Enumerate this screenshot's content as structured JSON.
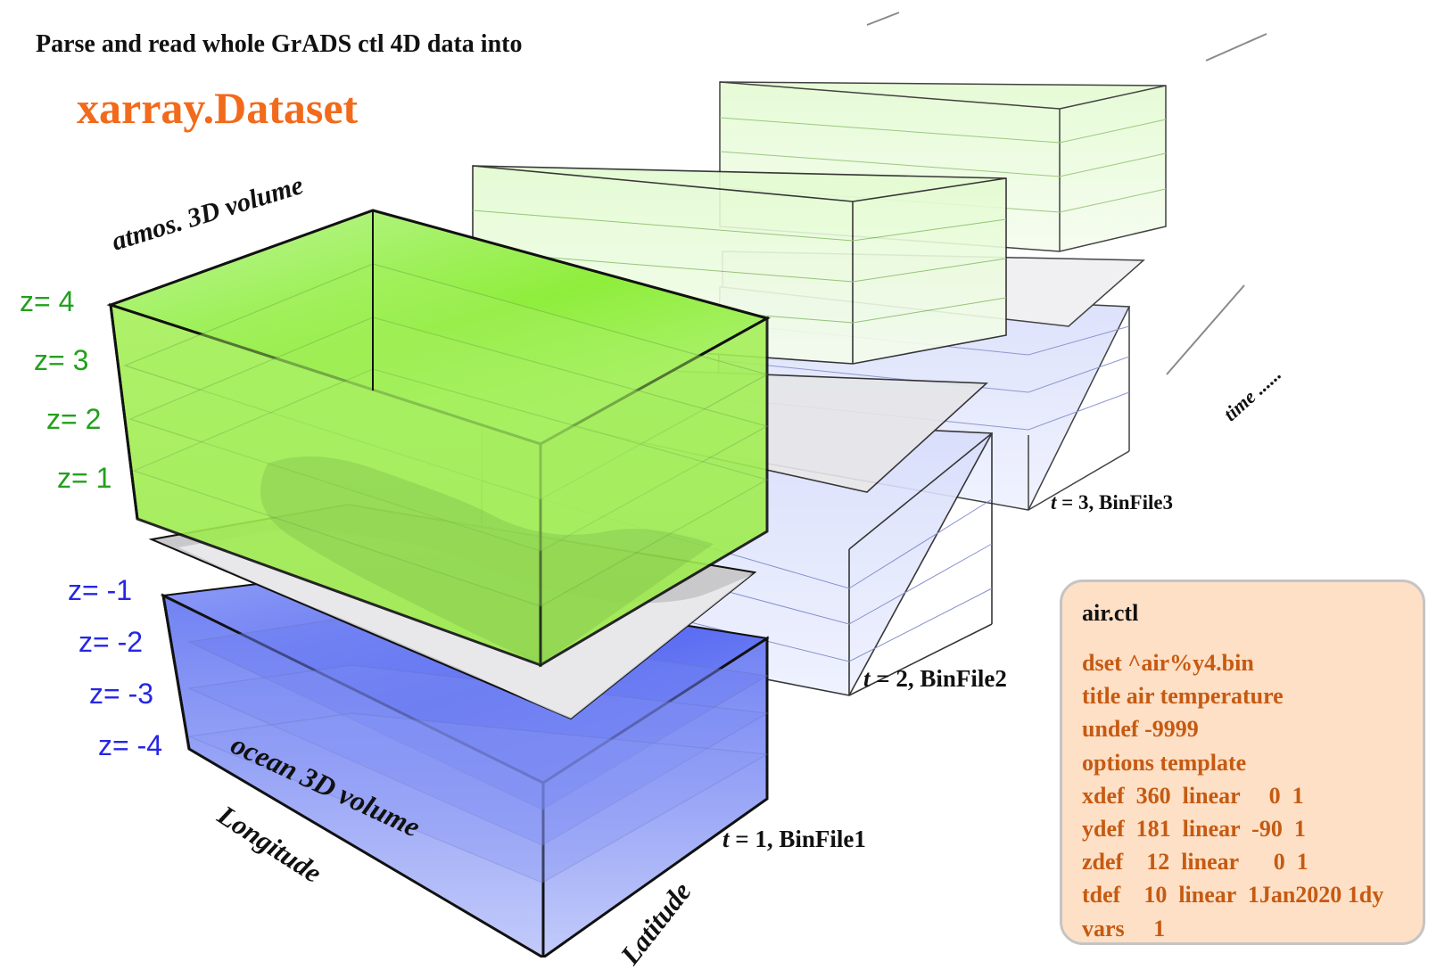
{
  "heading": "Parse and read whole GrADS ctl 4D data into",
  "dataset_name": "xarray.Dataset",
  "atmos_label": "atmos. 3D volume",
  "ocean_label": "ocean 3D volume",
  "axes": {
    "longitude": "Longitude",
    "latitude": "Latitude",
    "time": "time ......"
  },
  "z_levels_atmos": [
    "z= 4",
    "z= 3",
    "z= 2",
    "z= 1"
  ],
  "z_levels_ocean": [
    "z= -1",
    "z= -2",
    "z= -3",
    "z= -4"
  ],
  "time_steps": [
    {
      "t": "t",
      "eq": " = 1,  BinFile1"
    },
    {
      "t": "t",
      "eq": " = 2,  BinFile2"
    },
    {
      "t": "t",
      "eq": " = 3,  BinFile3"
    }
  ],
  "ctl_file": {
    "name": "air.ctl",
    "lines": [
      "dset ^air%y4.bin",
      "title air temperature",
      "undef -9999",
      "options template",
      "xdef  360  linear     0  1",
      "ydef  181  linear  -90  1",
      "zdef    12  linear      0  1",
      "tdef    10  linear  1Jan2020 1dy",
      "vars     1"
    ]
  },
  "colors": {
    "atmos": "#7fe832",
    "ocean": "#5a6cf2",
    "surface": "#c8c8cc",
    "heading_accent": "#f26a1b",
    "ctl_box_fill": "#fde0c6",
    "ctl_text": "#c65a12",
    "z_atmos_text": "#22a01c",
    "z_ocean_text": "#2626e6"
  }
}
